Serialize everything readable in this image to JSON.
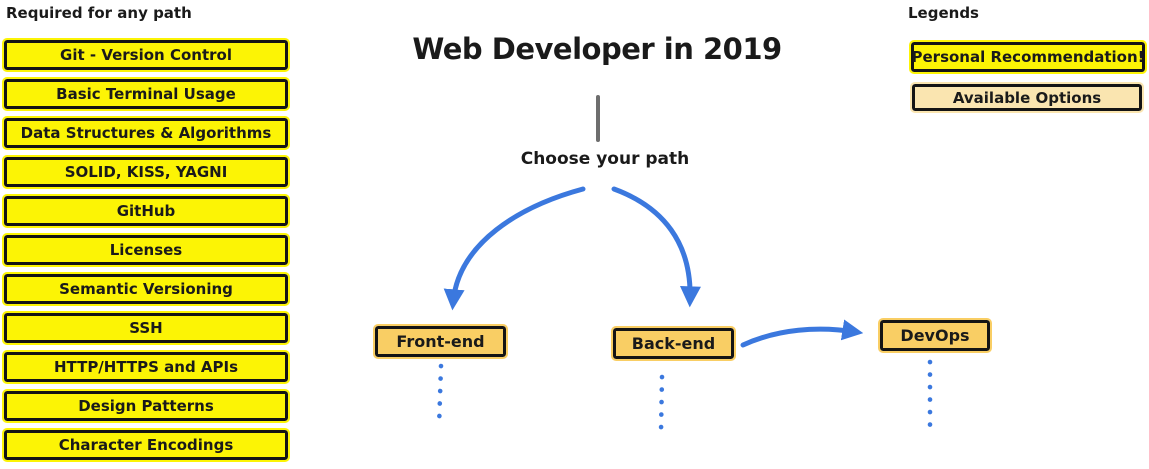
{
  "title": "Web Developer in 2019",
  "subtitle": "Choose your path",
  "required_section": {
    "heading": "Required for any path",
    "items": [
      "Git - Version Control",
      "Basic Terminal Usage",
      "Data Structures & Algorithms",
      "SOLID, KISS, YAGNI",
      "GitHub",
      "Licenses",
      "Semantic Versioning",
      "SSH",
      "HTTP/HTTPS and APIs",
      "Design Patterns",
      "Character Encodings"
    ]
  },
  "paths": {
    "front_end": "Front-end",
    "back_end": "Back-end",
    "devops": "DevOps"
  },
  "legend": {
    "heading": "Legends",
    "personal_recommendation": "Personal Recommendation!",
    "available_options": "Available Options"
  },
  "colors": {
    "recommendation_yellow": "#FCF405",
    "option_gold": "#F9CE64",
    "available_option_tan": "#FAE5B0",
    "arrow_blue": "#3B78DE",
    "connector_gray": "#6E6E6E",
    "border_black": "#141414"
  }
}
